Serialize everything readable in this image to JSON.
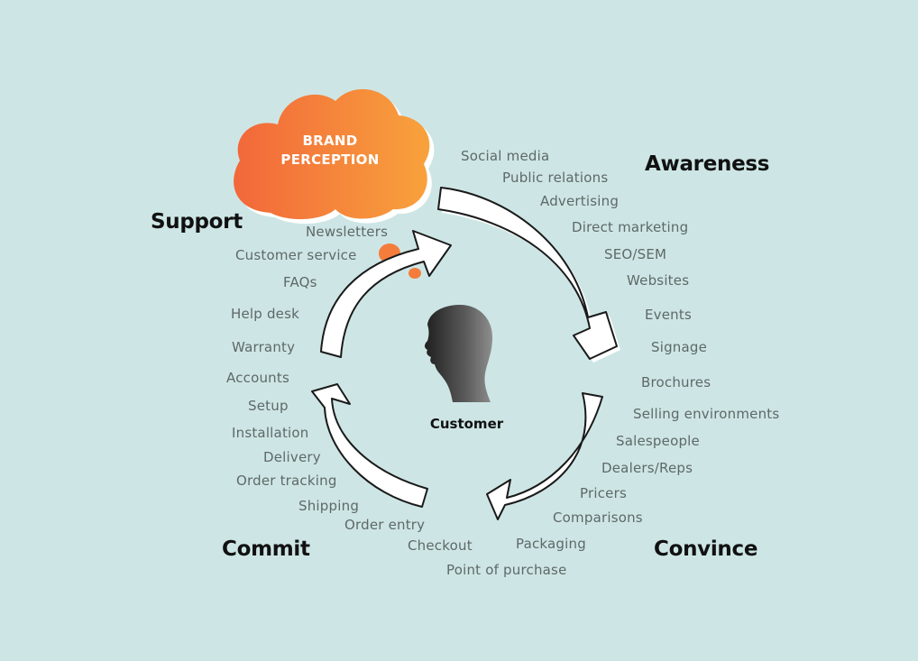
{
  "title_cloud": [
    "BRAND",
    "PERCEPTION"
  ],
  "center_label": "Customer",
  "phases": {
    "awareness": "Awareness",
    "convince": "Convince",
    "commit": "Commit",
    "support": "Support"
  },
  "awareness_items": [
    "Social media",
    "Public relations",
    "Advertising",
    "Direct marketing",
    "SEO/SEM",
    "Websites",
    "Events",
    "Signage"
  ],
  "convince_items": [
    "Brochures",
    "Selling environments",
    "Salespeople",
    "Dealers/Reps",
    "Pricers",
    "Comparisons",
    "Packaging",
    "Point of purchase"
  ],
  "commit_items": [
    "Checkout",
    "Order entry",
    "Shipping",
    "Order tracking",
    "Delivery",
    "Installation",
    "Setup",
    "Accounts"
  ],
  "support_items": [
    "Warranty",
    "Help desk",
    "FAQs",
    "Customer service",
    "Newsletters"
  ],
  "colors": {
    "background": "#cde6e5",
    "cloud_start": "#f2673a",
    "cloud_end": "#f8a23c",
    "accent_dot": "#f47d3c",
    "head": "#4a4a4a"
  },
  "icons": {
    "cloud": "cloud-shape",
    "head": "human-head-silhouette",
    "arrows": "curved-cycle-arrow"
  }
}
